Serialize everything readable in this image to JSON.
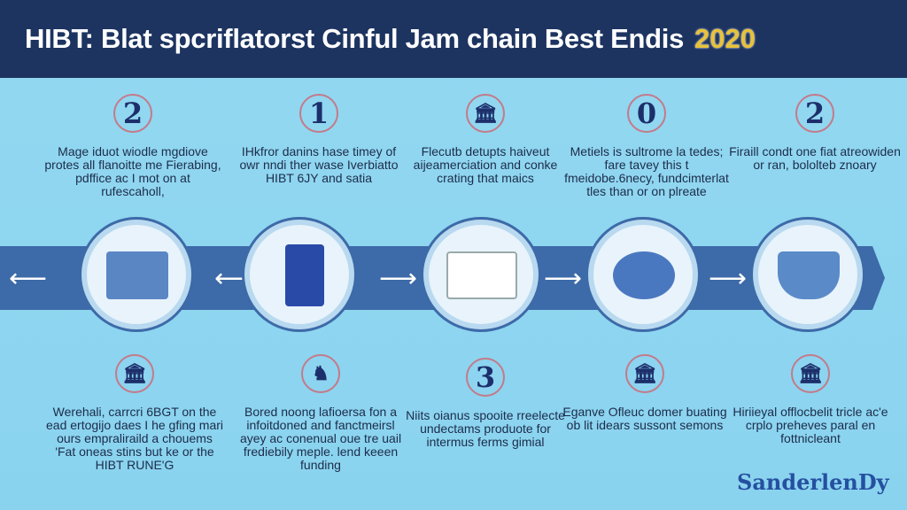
{
  "header": {
    "title": "HIBT: Blat spcriflatorst Cinful Jam chain Best Endis",
    "year": "2020"
  },
  "top_steps": [
    {
      "badge": "2",
      "text": "Mage iduot wiodle mgdiove protes all flanoitte me Fierabing, pdffice ac I mot on at rufescaholl,"
    },
    {
      "badge": "1",
      "text": "IHkfror danins hase timey of owr nndi ther wase Iverbiatto HIBT 6JY and satia"
    },
    {
      "badge": "🏛",
      "text": "Flecutb detupts haiveut aijeamerciation and conke crating that maics"
    },
    {
      "badge": "0",
      "text": "Metiels is sultrome la tedes; fare tavey this t fmeidobe.6necy, fundcimterlat tles than or on plreate"
    },
    {
      "badge": "2",
      "text": "Firaill condt one fiat atreowiden or ran, bololteb znoary"
    }
  ],
  "bottom_steps": [
    {
      "badge": "🏛",
      "text": "Werehali, carrcri 6BGT on the ead ertogijo daes I he gfing mari ours empraliraild a chouems 'Fat oneas stins but ke or the HIBT RUNE'G"
    },
    {
      "badge": "♞",
      "text": "Bored noong lafioersa fon a infoitdoned and fanctmeirsl ayey ac conenual oue tre uail frediebily meple. lend keeen funding"
    },
    {
      "badge": "3",
      "text": "Niits oianus spooite rreelecte undectams produote for intermus ferms gimial"
    },
    {
      "badge": "🏛",
      "text": "Eganve Ofleuc domer buating ob lit idears sussont semons"
    },
    {
      "badge": "🏛",
      "text": "Hiriieyal offlocbelit tricle ac'e crplo preheves paral en fottnicleant"
    }
  ],
  "brand": "SanderlenDy",
  "colors": {
    "header": "#1d3461",
    "band": "#3d6aa8",
    "background": "#8fd6f0",
    "accent": "#e8c23a"
  }
}
